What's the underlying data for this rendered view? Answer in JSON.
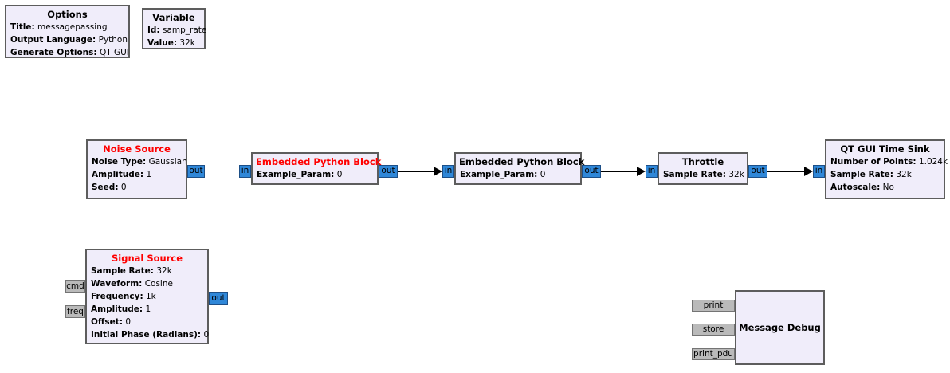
{
  "app": {
    "type": "gnuradio-companion-flowgraph"
  },
  "colors": {
    "canvas_bg": "#ffffff",
    "block_fill": "#f0edfa",
    "block_border": "#5d5d5d",
    "title_error": "#ff0000",
    "title_normal": "#000000",
    "stream_port_fill": "#2f87d8",
    "stream_port_border": "#1d4f87",
    "msg_port_fill": "#bababa",
    "msg_port_border": "#747474",
    "connection": "#000000"
  },
  "blocks": {
    "options": {
      "title": "Options",
      "params": [
        {
          "label": "Title:",
          "value": "messagepassing"
        },
        {
          "label": "Output Language:",
          "value": "Python"
        },
        {
          "label": "Generate Options:",
          "value": "QT GUI"
        }
      ]
    },
    "variable": {
      "title": "Variable",
      "params": [
        {
          "label": "Id:",
          "value": "samp_rate"
        },
        {
          "label": "Value:",
          "value": "32k"
        }
      ]
    },
    "noise_source": {
      "title": "Noise Source",
      "has_error": true,
      "params": [
        {
          "label": "Noise Type:",
          "value": "Gaussian"
        },
        {
          "label": "Amplitude:",
          "value": "1"
        },
        {
          "label": "Seed:",
          "value": "0"
        }
      ],
      "out_port": "out"
    },
    "embedded_python_1": {
      "title": "Embedded Python Block",
      "has_error": true,
      "params": [
        {
          "label": "Example_Param:",
          "value": "0"
        }
      ],
      "in_port": "in",
      "out_port": "out"
    },
    "embedded_python_2": {
      "title": "Embedded Python Block",
      "has_error": false,
      "params": [
        {
          "label": "Example_Param:",
          "value": "0"
        }
      ],
      "in_port": "in",
      "out_port": "out"
    },
    "throttle": {
      "title": "Throttle",
      "has_error": false,
      "params": [
        {
          "label": "Sample Rate:",
          "value": "32k"
        }
      ],
      "in_port": "in",
      "out_port": "out"
    },
    "time_sink": {
      "title": "QT GUI Time Sink",
      "has_error": false,
      "params": [
        {
          "label": "Number of Points:",
          "value": "1.024k"
        },
        {
          "label": "Sample Rate:",
          "value": "32k"
        },
        {
          "label": "Autoscale:",
          "value": "No"
        }
      ],
      "in_port": "in"
    },
    "signal_source": {
      "title": "Signal Source",
      "has_error": true,
      "params": [
        {
          "label": "Sample Rate:",
          "value": "32k"
        },
        {
          "label": "Waveform:",
          "value": "Cosine"
        },
        {
          "label": "Frequency:",
          "value": "1k"
        },
        {
          "label": "Amplitude:",
          "value": "1"
        },
        {
          "label": "Offset:",
          "value": "0"
        },
        {
          "label": "Initial Phase (Radians):",
          "value": "0"
        }
      ],
      "msg_in_ports": [
        "cmd",
        "freq"
      ],
      "out_port": "out"
    },
    "message_debug": {
      "title": "Message Debug",
      "msg_in_ports": [
        "print",
        "store",
        "print_pdu"
      ]
    }
  },
  "connections": [
    {
      "from": "embedded_python_1.out",
      "to": "embedded_python_2.in"
    },
    {
      "from": "embedded_python_2.out",
      "to": "throttle.in"
    },
    {
      "from": "throttle.out",
      "to": "time_sink.in"
    }
  ]
}
